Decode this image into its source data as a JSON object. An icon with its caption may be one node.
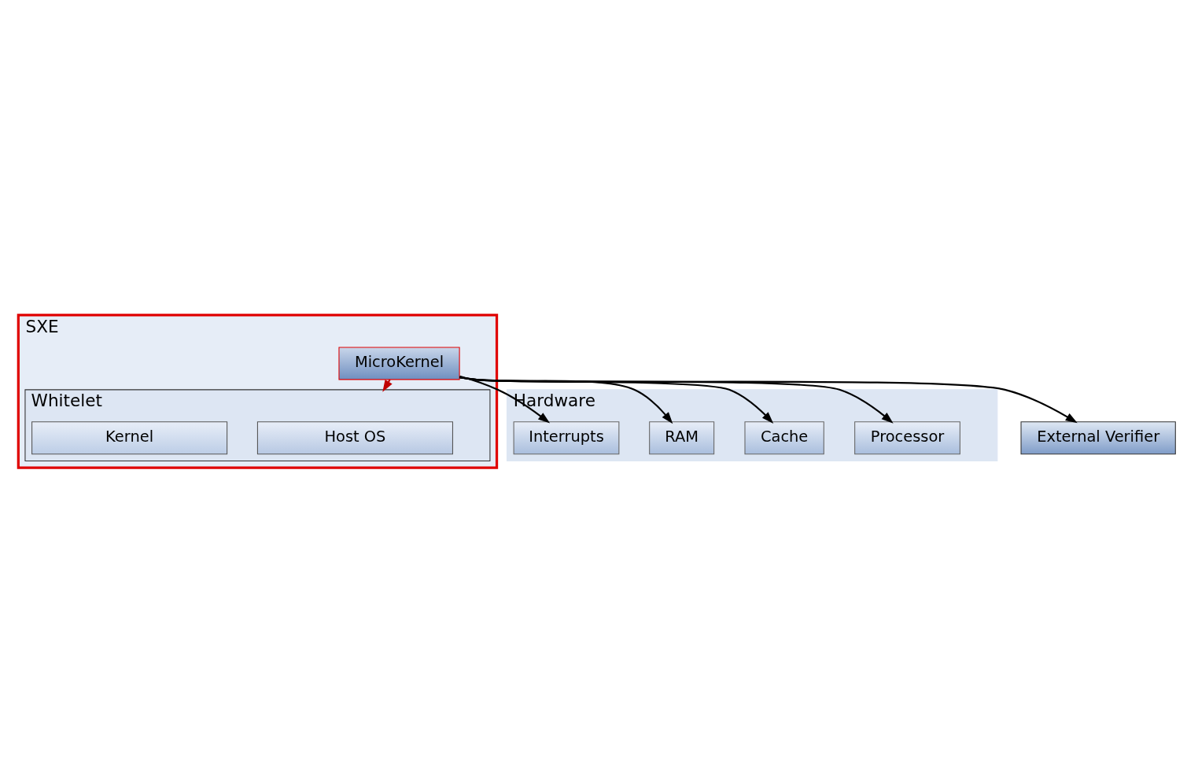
{
  "diagram": {
    "nodes": [
      {
        "text": [
          "SXE"
        ]
      },
      {
        "text": [
          "MicroKernel"
        ],
        "in": 0
      },
      {
        "text": [
          "Whitelet"
        ],
        "in": 0
      },
      {
        "text": [
          "Host OS"
        ],
        "in": 2
      },
      {
        "text": [
          "Kernel"
        ],
        "in": 2
      },
      {
        "text": [
          "Hardware"
        ]
      },
      {
        "text": [
          "Processor"
        ],
        "in": 5
      },
      {
        "text": [
          "Cache"
        ],
        "in": 5
      },
      {
        "text": [
          "RAM"
        ],
        "in": 5
      },
      {
        "text": [
          "Interrupts"
        ],
        "in": 5
      },
      {
        "text": [
          "External Verifier"
        ]
      }
    ],
    "edges": [
      {
        "from": 1,
        "to": 2,
        "arrow": "to",
        "color": "#c00000"
      },
      {
        "from": 1,
        "to": 10,
        "arrow": "to"
      },
      {
        "from": 1,
        "to": 6,
        "arrow": "to"
      },
      {
        "from": 1,
        "to": 7,
        "arrow": "to"
      },
      {
        "from": 1,
        "to": 8,
        "arrow": "to"
      },
      {
        "from": 1,
        "to": 9,
        "arrow": "to"
      }
    ]
  }
}
